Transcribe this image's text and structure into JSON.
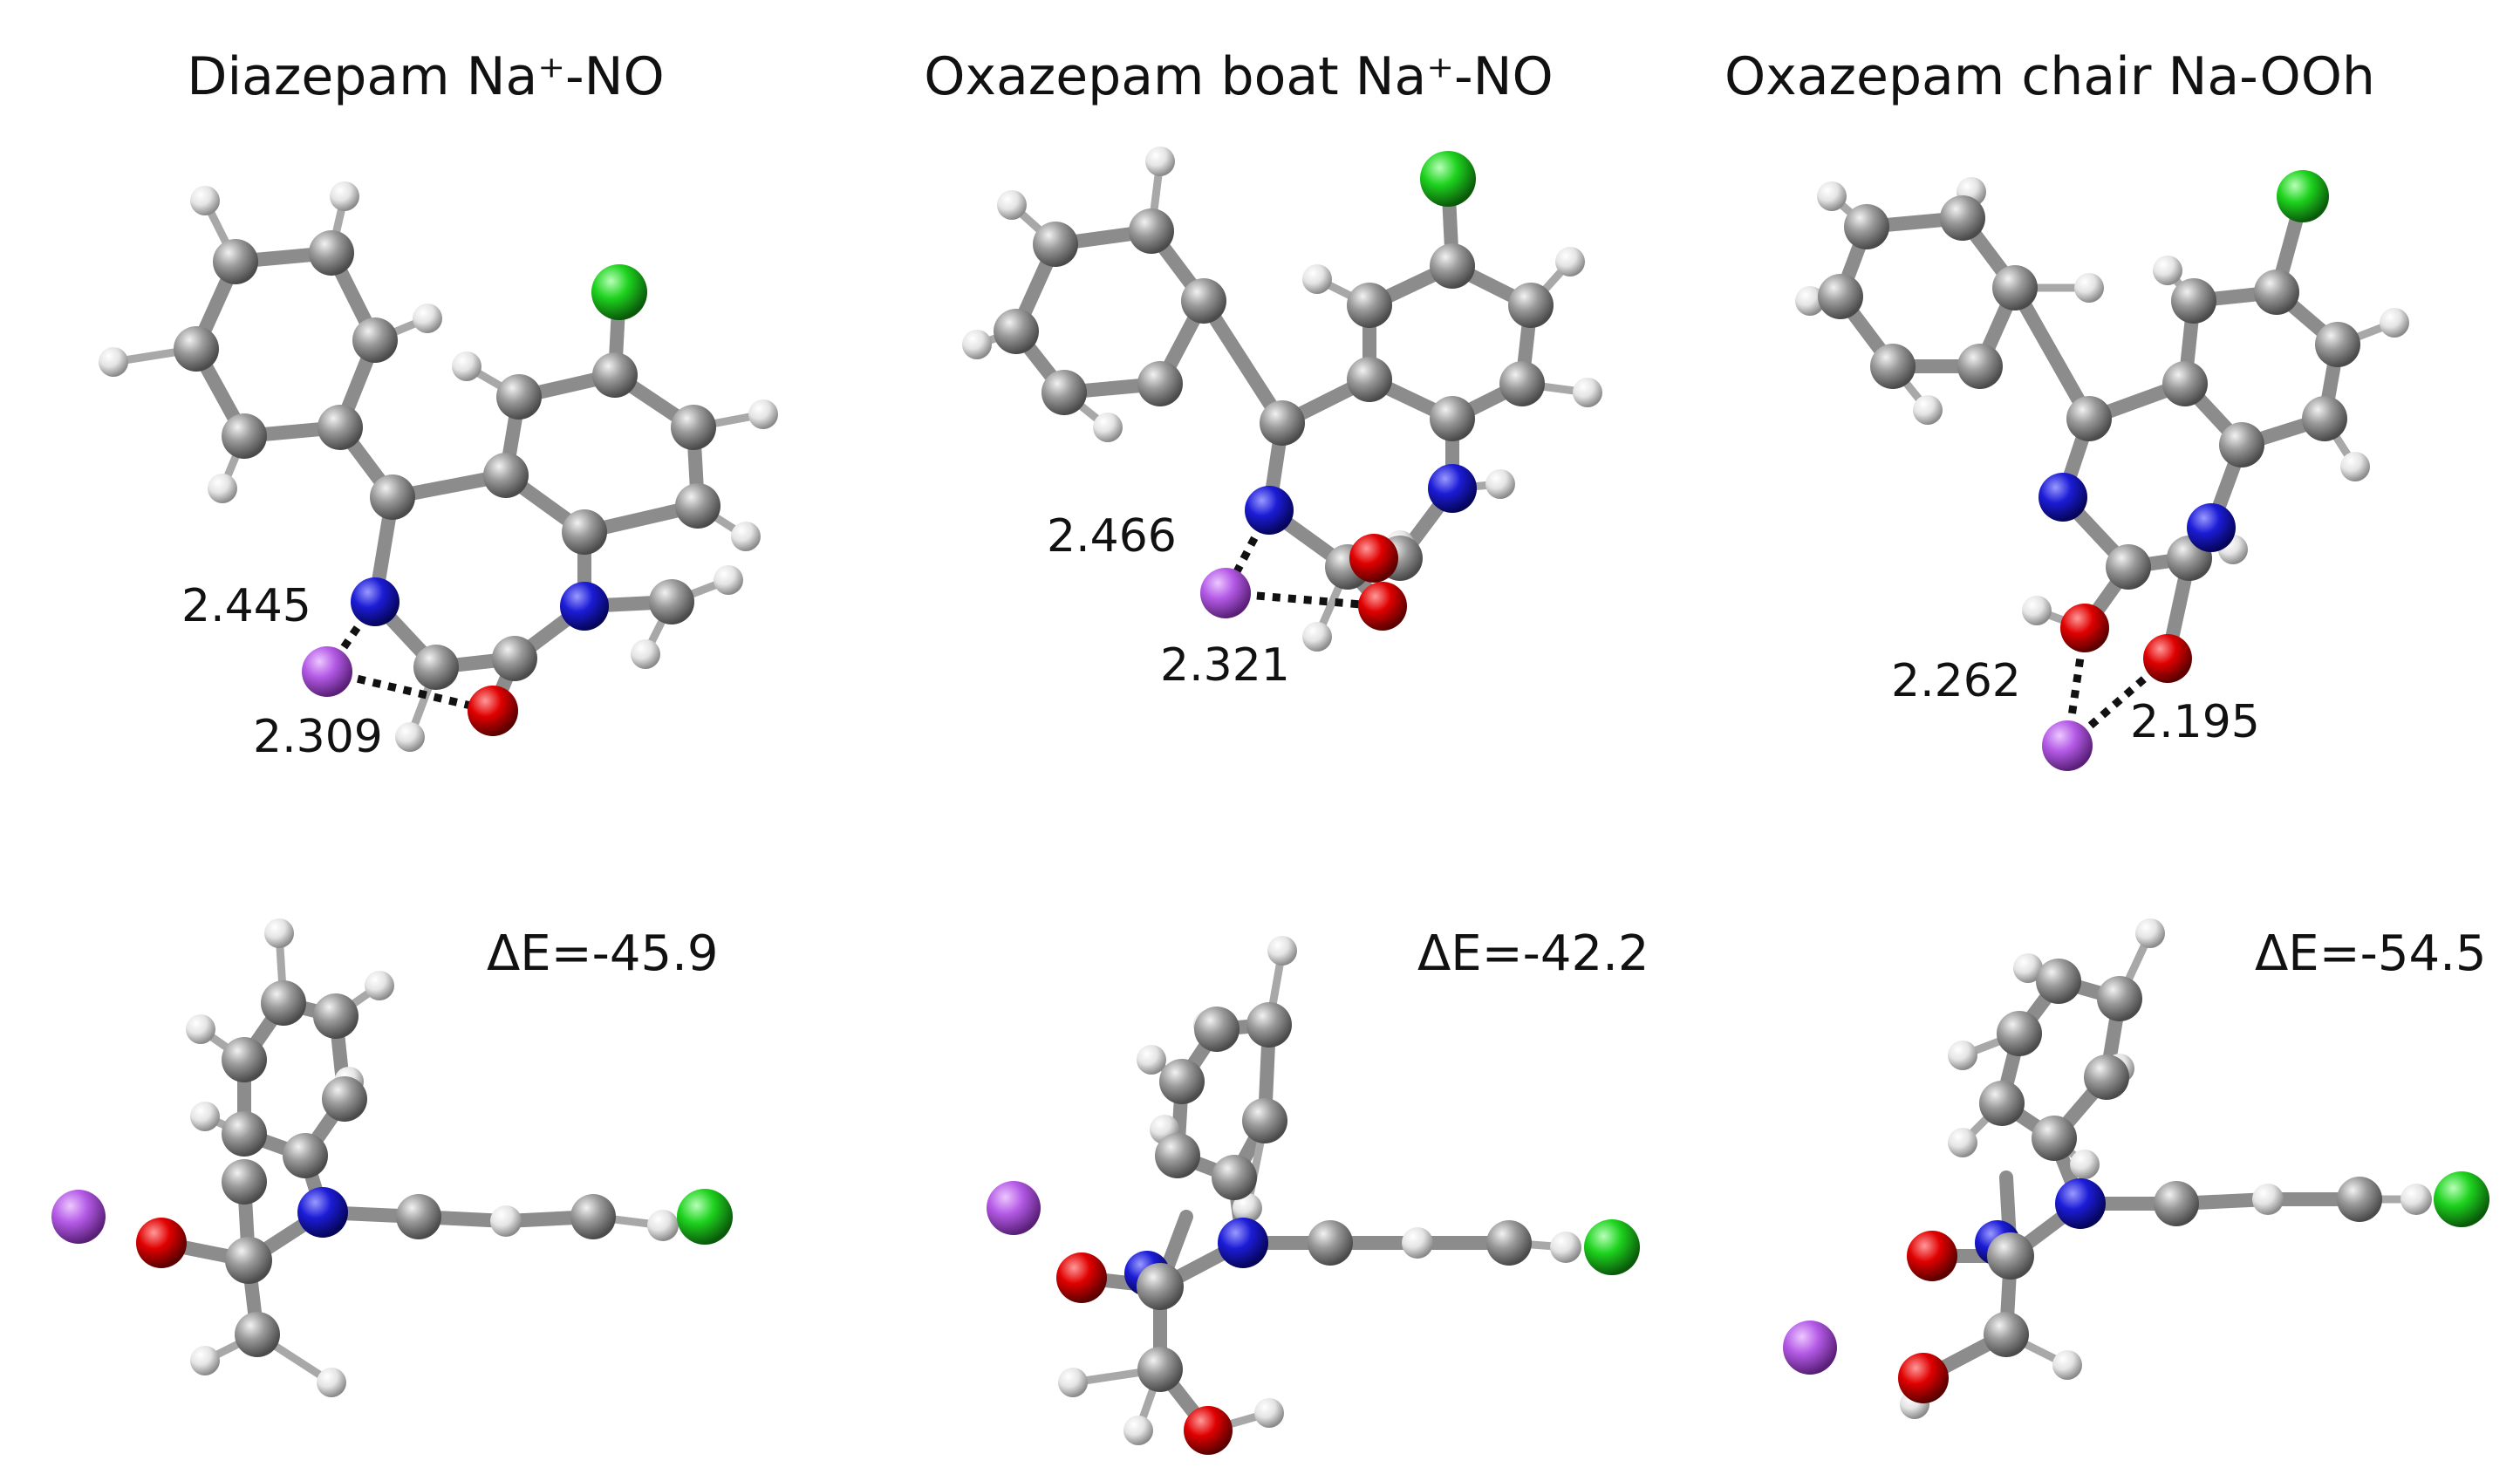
{
  "panels": [
    {
      "title": "Diazepam Na⁺-NO",
      "distances": [
        "2.445",
        "2.309"
      ],
      "energy": "ΔE=-45.9"
    },
    {
      "title": "Oxazepam boat Na⁺-NO",
      "distances": [
        "2.466",
        "2.321"
      ],
      "energy": "ΔE=-42.2"
    },
    {
      "title": "Oxazepam chair Na-OOh",
      "distances": [
        "2.262",
        "2.195"
      ],
      "energy": "ΔE=-54.5"
    }
  ],
  "atom_colors": {
    "C": "#8a8a8a",
    "H": "#e6e6e6",
    "N": "#1c1cd6",
    "O": "#e00000",
    "Cl": "#1ed21e",
    "Na": "#b45ae6"
  }
}
